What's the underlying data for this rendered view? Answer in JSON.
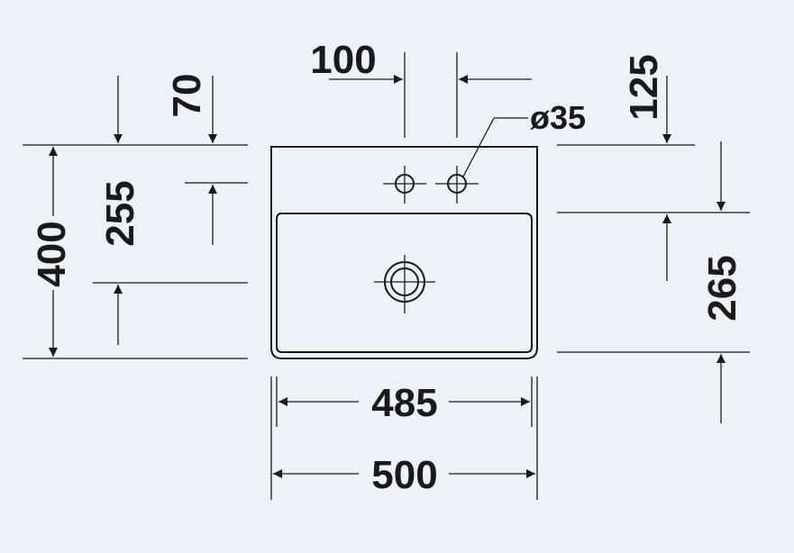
{
  "colors": {
    "background": "#edf2f9",
    "line": "#1a1a1a"
  },
  "dimensions": {
    "total_width": "500",
    "inner_width": "485",
    "total_depth": "400",
    "rim_to_tap": "70",
    "back_to_drain": "255",
    "tap_hole_spacing": "100",
    "tap_hole_diameter": "ø35",
    "tap_hole_offset": "125",
    "bowl_depth": "265"
  }
}
